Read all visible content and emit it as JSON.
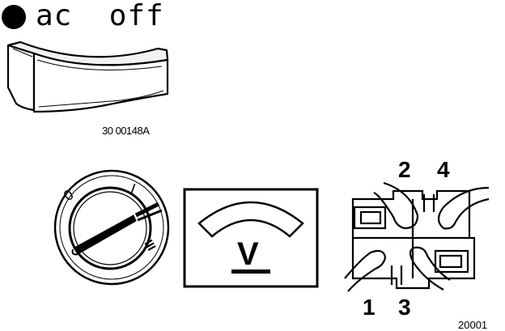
{
  "ac_switch": {
    "label": "ac  off",
    "ref": "30 00148A"
  },
  "connector": {
    "pin_labels": [
      "2",
      "4",
      "1",
      "3"
    ],
    "ref": "20001"
  },
  "voltmeter": {
    "symbol": "V"
  },
  "ignition_switch": {
    "positions": [
      "0",
      "I",
      "II",
      "III"
    ]
  }
}
